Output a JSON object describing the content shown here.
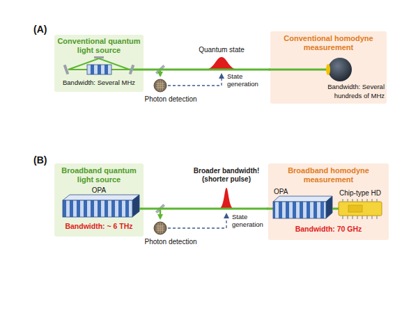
{
  "diagram": {
    "nodes": [
      {
        "text": [
          "Conventional quantum light source",
          "Bandwidth: Several MHz"
        ]
      },
      {
        "text": [
          "Conventional homodyne measurement",
          "Bandwidth: Several hundreds of MHz"
        ]
      },
      {
        "text": [
          "Broadband quantum light source",
          "OPA",
          "Bandwidth: ~ 6 THz"
        ]
      },
      {
        "text": [
          "Broadband homodyne measurement",
          "OPA",
          "Chip-type HD",
          "Bandwidth: 70 GHz"
        ]
      }
    ],
    "edges": [
      {
        "from": 0,
        "to": 1,
        "arrow": "none"
      },
      {
        "from": 2,
        "to": 3,
        "arrow": "none"
      }
    ],
    "labels": [
      "(A)",
      "Quantum state",
      "State generation",
      "Photon detection",
      "(B)",
      "Broader bandwidth! (shorter pulse)",
      "State generation",
      "Photon detection"
    ]
  }
}
